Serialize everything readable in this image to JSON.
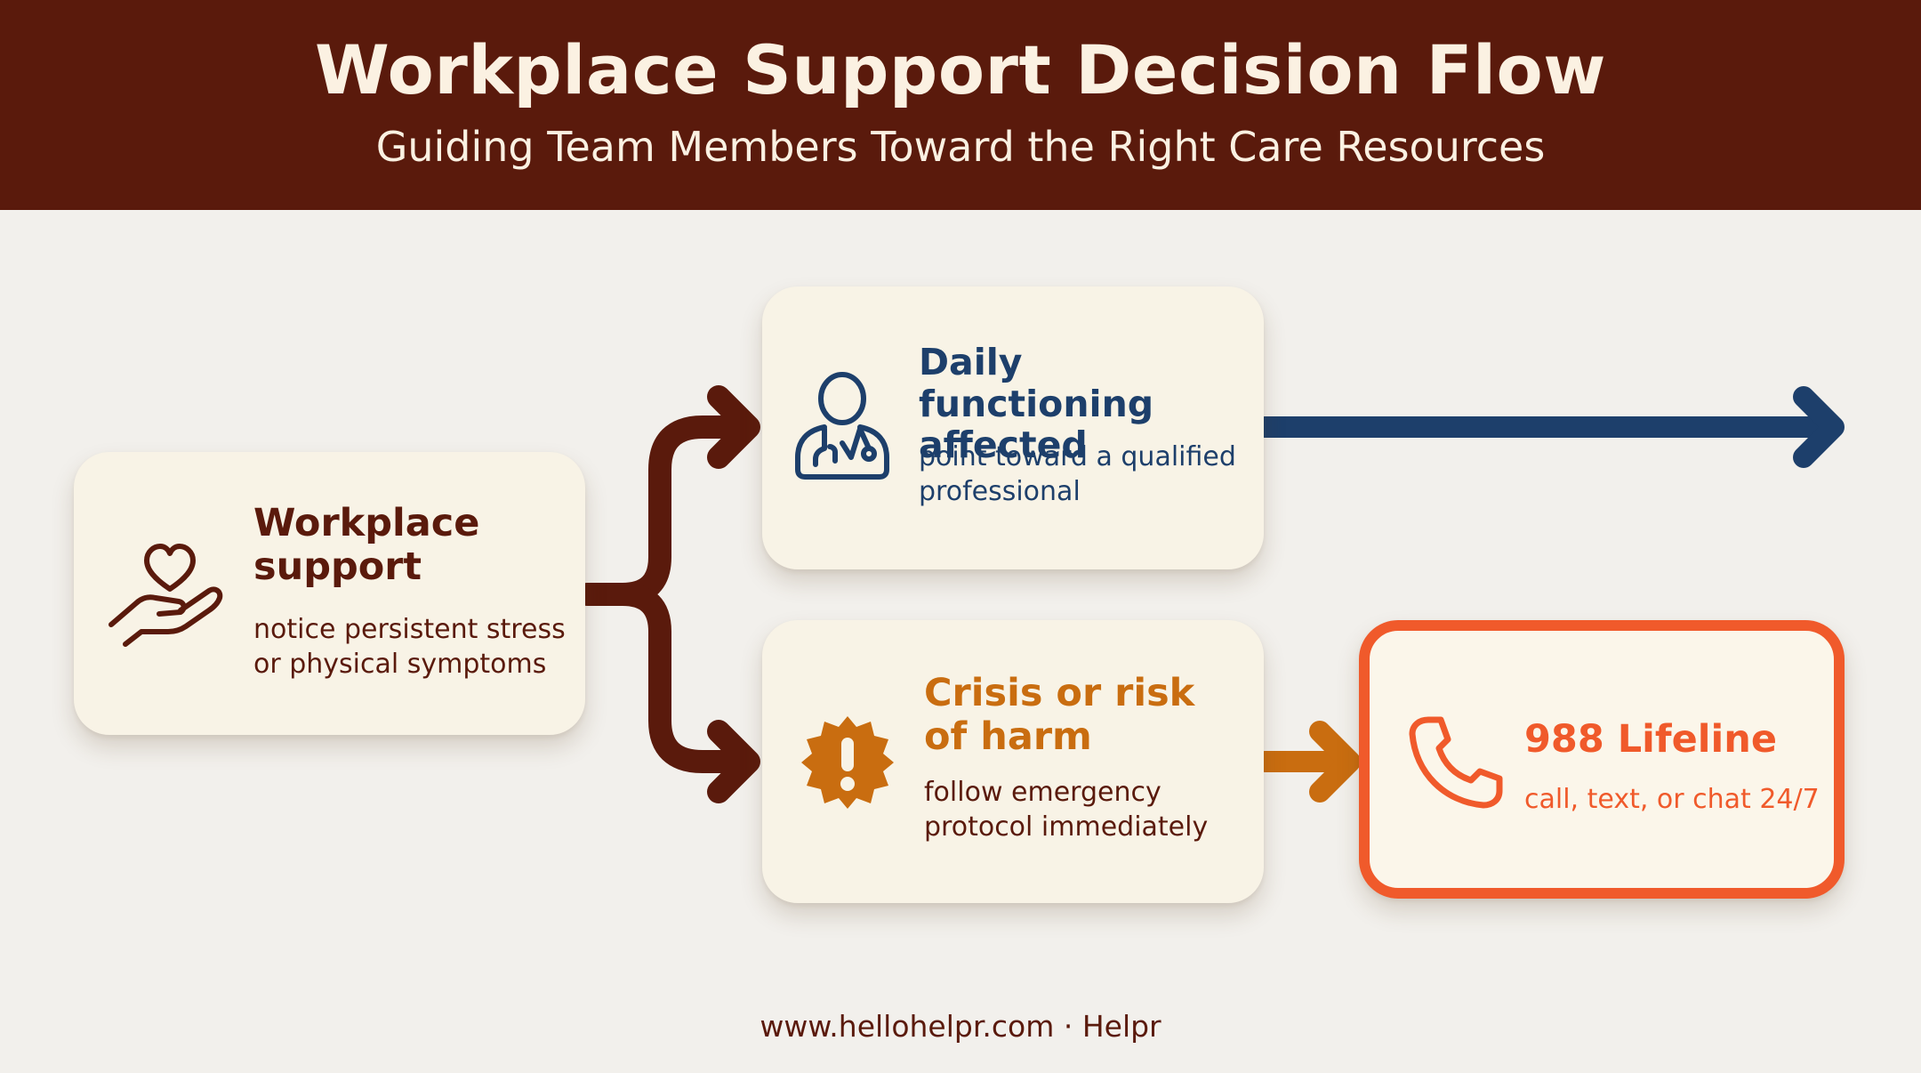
{
  "header": {
    "title": "Workplace Support Decision Flow",
    "subtitle": "Guiding Team Members Toward the Right Care Resources"
  },
  "nodes": {
    "start": {
      "title": "Workplace support",
      "description": "notice persistent stress or physical symptoms",
      "icon": "heart-hand-icon"
    },
    "daily": {
      "title": "Daily functioning affected",
      "description": "point toward a qualified professional",
      "icon": "doctor-stethoscope-icon"
    },
    "crisis": {
      "title": "Crisis or risk of harm",
      "description": "follow emergency protocol immediately",
      "icon": "exclamation-badge-icon"
    },
    "lifeline": {
      "title": "988 Lifeline",
      "description": "call, text, or chat 24/7",
      "icon": "phone-icon"
    }
  },
  "footer": {
    "text": "www.hellohelpr.com · Helpr"
  },
  "colors": {
    "header_bg": "#5a1a0c",
    "brown": "#5a1a0c",
    "blue": "#1d3f6b",
    "amber": "#c96d10",
    "orange": "#f05a2b",
    "background": "#f2f0ec",
    "card": "#f8f3e6"
  }
}
